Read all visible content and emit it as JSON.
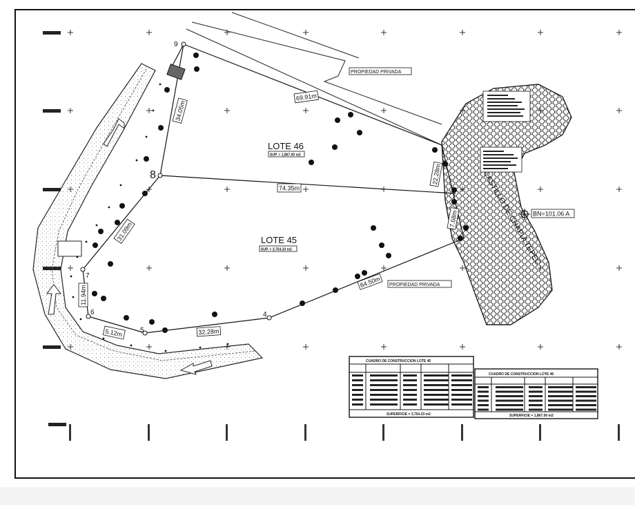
{
  "lots": {
    "lote46": {
      "title": "LOTE 46",
      "area": "SUP. = 1,867.00 m2"
    },
    "lote45": {
      "title": "LOTE 45",
      "area": "SUP. = 3,754.33 m2"
    }
  },
  "labels": {
    "propiedad_privada_top": "PROPIEDAD PRIVADA",
    "propiedad_privada_bottom": "PROPIEDAD PRIVADA",
    "road_name": "CASTILLO DE CHAPULTEPEC",
    "benchmark": "BN=101.06 A"
  },
  "vertices": {
    "v9": "9",
    "v8": "8",
    "v7": "7",
    "v6": "6",
    "v5": "5",
    "v4": "4"
  },
  "dimensions": {
    "d1": "69.91m",
    "d2": "34.05m",
    "d3": "74.35m",
    "d4": "31.09m",
    "d5": "11.94m",
    "d6": "5.12m",
    "d7": "32.28m",
    "d8": "64.50m",
    "d9": "22.28m",
    "d10": "7.68m"
  },
  "tables": {
    "t45": {
      "title": "CUADRO DE CONSTRUCCION LOTE 45",
      "total": "SUPERFICIE = 3,754.33 m2"
    },
    "t46": {
      "title": "CUADRO DE CONSTRUCCION LOTE 46",
      "total": "SUPERFICIE = 1,867.00 m2"
    }
  },
  "colors": {
    "ink": "#111111",
    "background": "#ffffff",
    "page": "#f4f4f4"
  }
}
